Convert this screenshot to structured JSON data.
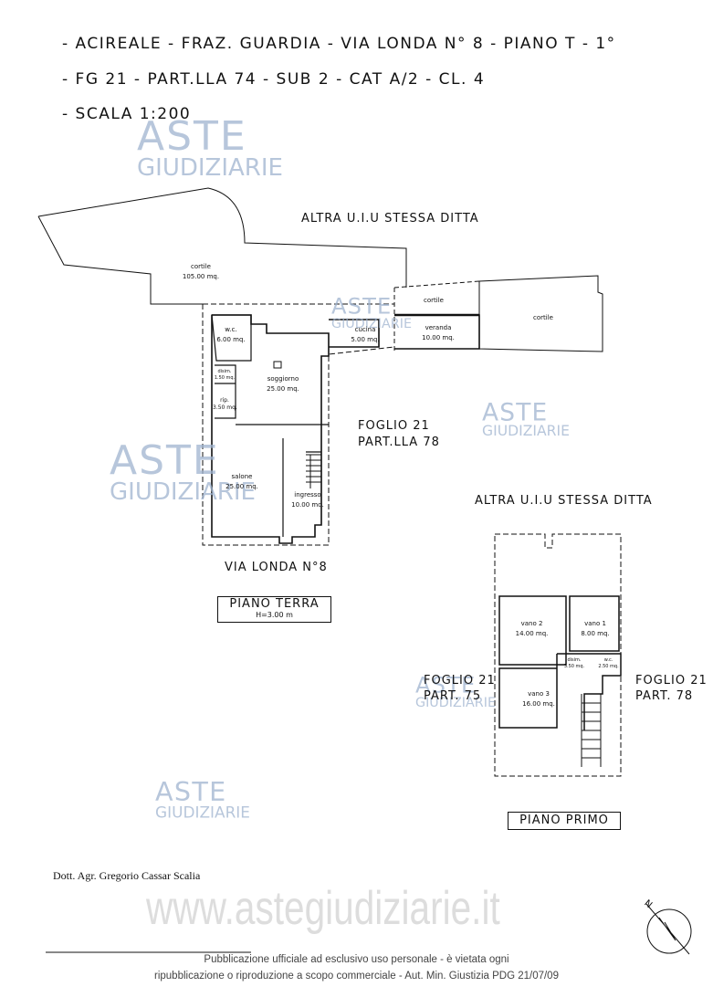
{
  "header": {
    "line1": "- ACIREALE - FRAZ. GUARDIA - VIA LONDA N° 8 - PIANO T - 1°",
    "line2": "- FG 21 - PART.LLA 74 - SUB 2 - CAT A/2 - CL. 4",
    "line3": "- SCALA 1:200"
  },
  "ground": {
    "cortile_left": {
      "name": "cortile",
      "area": "105.00 mq."
    },
    "cortile_mid": "cortile",
    "cortile_right": "cortile",
    "rooms": [
      {
        "name": "w.c.",
        "area": "6.00 mq."
      },
      {
        "name": "disim.",
        "area": "1.50 mq."
      },
      {
        "name": "rip.",
        "area": "3.50 mq."
      },
      {
        "name": "soggiorno",
        "area": "25.00 mq."
      },
      {
        "name": "cucina",
        "area": "5.00 mq."
      },
      {
        "name": "veranda",
        "area": "10.00 mq."
      },
      {
        "name": "salone",
        "area": "25.00 mq."
      },
      {
        "name": "ingresso",
        "area": "10.00 mq."
      }
    ],
    "altra_top": "ALTRA U.I.U STESSA DITTA",
    "foglio_line1": "FOGLIO 21",
    "foglio_line2": "PART.LLA 78",
    "street": "VIA LONDA N°8",
    "title": "PIANO TERRA",
    "height": "H=3.00 m"
  },
  "first": {
    "altra": "ALTRA U.I.U STESSA DITTA",
    "rooms": [
      {
        "name": "vano 2",
        "area": "14.00 mq."
      },
      {
        "name": "vano 1",
        "area": "8.00 mq."
      },
      {
        "name": "disim.",
        "area": "3.50 mq."
      },
      {
        "name": "w.c.",
        "area": "2.50 mq."
      },
      {
        "name": "vano 3",
        "area": "16.00 mq."
      }
    ],
    "left_l1": "FOGLIO 21",
    "left_l2": "PART. 75",
    "right_l1": "FOGLIO 21",
    "right_l2": "PART. 78",
    "title": "PIANO PRIMO"
  },
  "watermark": {
    "line1": "ASTE",
    "line2": "GIUDIZIARIE",
    "url": "www.astegiudiziarie.it"
  },
  "author": "Dott. Agr. Gregorio Cassar Scalia",
  "compass": "N",
  "footer": {
    "line1": "Pubblicazione ufficiale ad esclusivo uso personale - è vietata ogni",
    "line2": "ripubblicazione o riproduzione a scopo commerciale - Aut. Min. Giustizia PDG 21/07/09"
  }
}
